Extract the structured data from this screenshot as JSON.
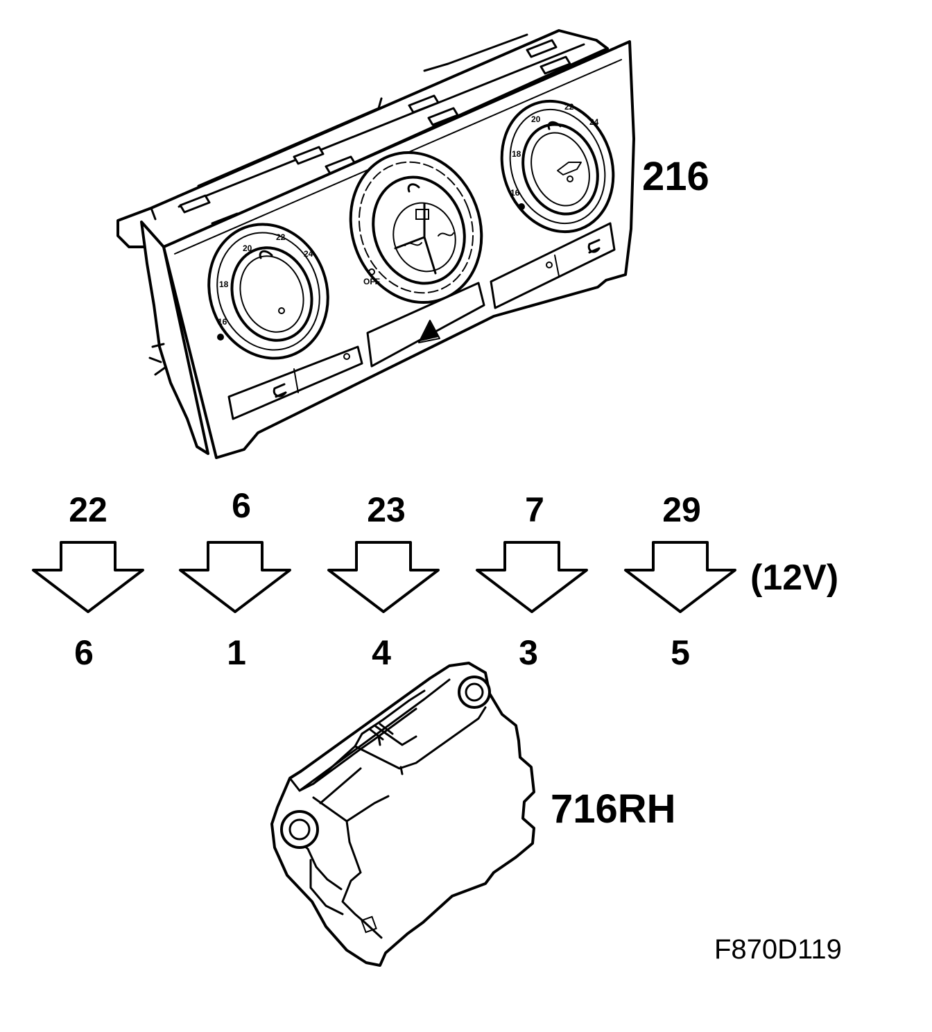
{
  "components": {
    "control_panel": {
      "label": "216",
      "icon": "climate-control-panel"
    },
    "actuator": {
      "label": "716RH",
      "icon": "damper-actuator-motor"
    }
  },
  "panel_dials": {
    "left": [
      "16",
      "18",
      "20",
      "22",
      "24"
    ],
    "right": [
      "16",
      "18",
      "20",
      "22",
      "24"
    ],
    "fan": [
      "OFF"
    ]
  },
  "connections": [
    {
      "from_pin": "22",
      "to_pin": "6"
    },
    {
      "from_pin": "6",
      "to_pin": "1"
    },
    {
      "from_pin": "23",
      "to_pin": "4"
    },
    {
      "from_pin": "7",
      "to_pin": "3"
    },
    {
      "from_pin": "29",
      "to_pin": "5"
    }
  ],
  "supply_note": "(12V)",
  "figure_code": "F870D119",
  "colors": {
    "line": "#000000",
    "background": "#ffffff"
  }
}
